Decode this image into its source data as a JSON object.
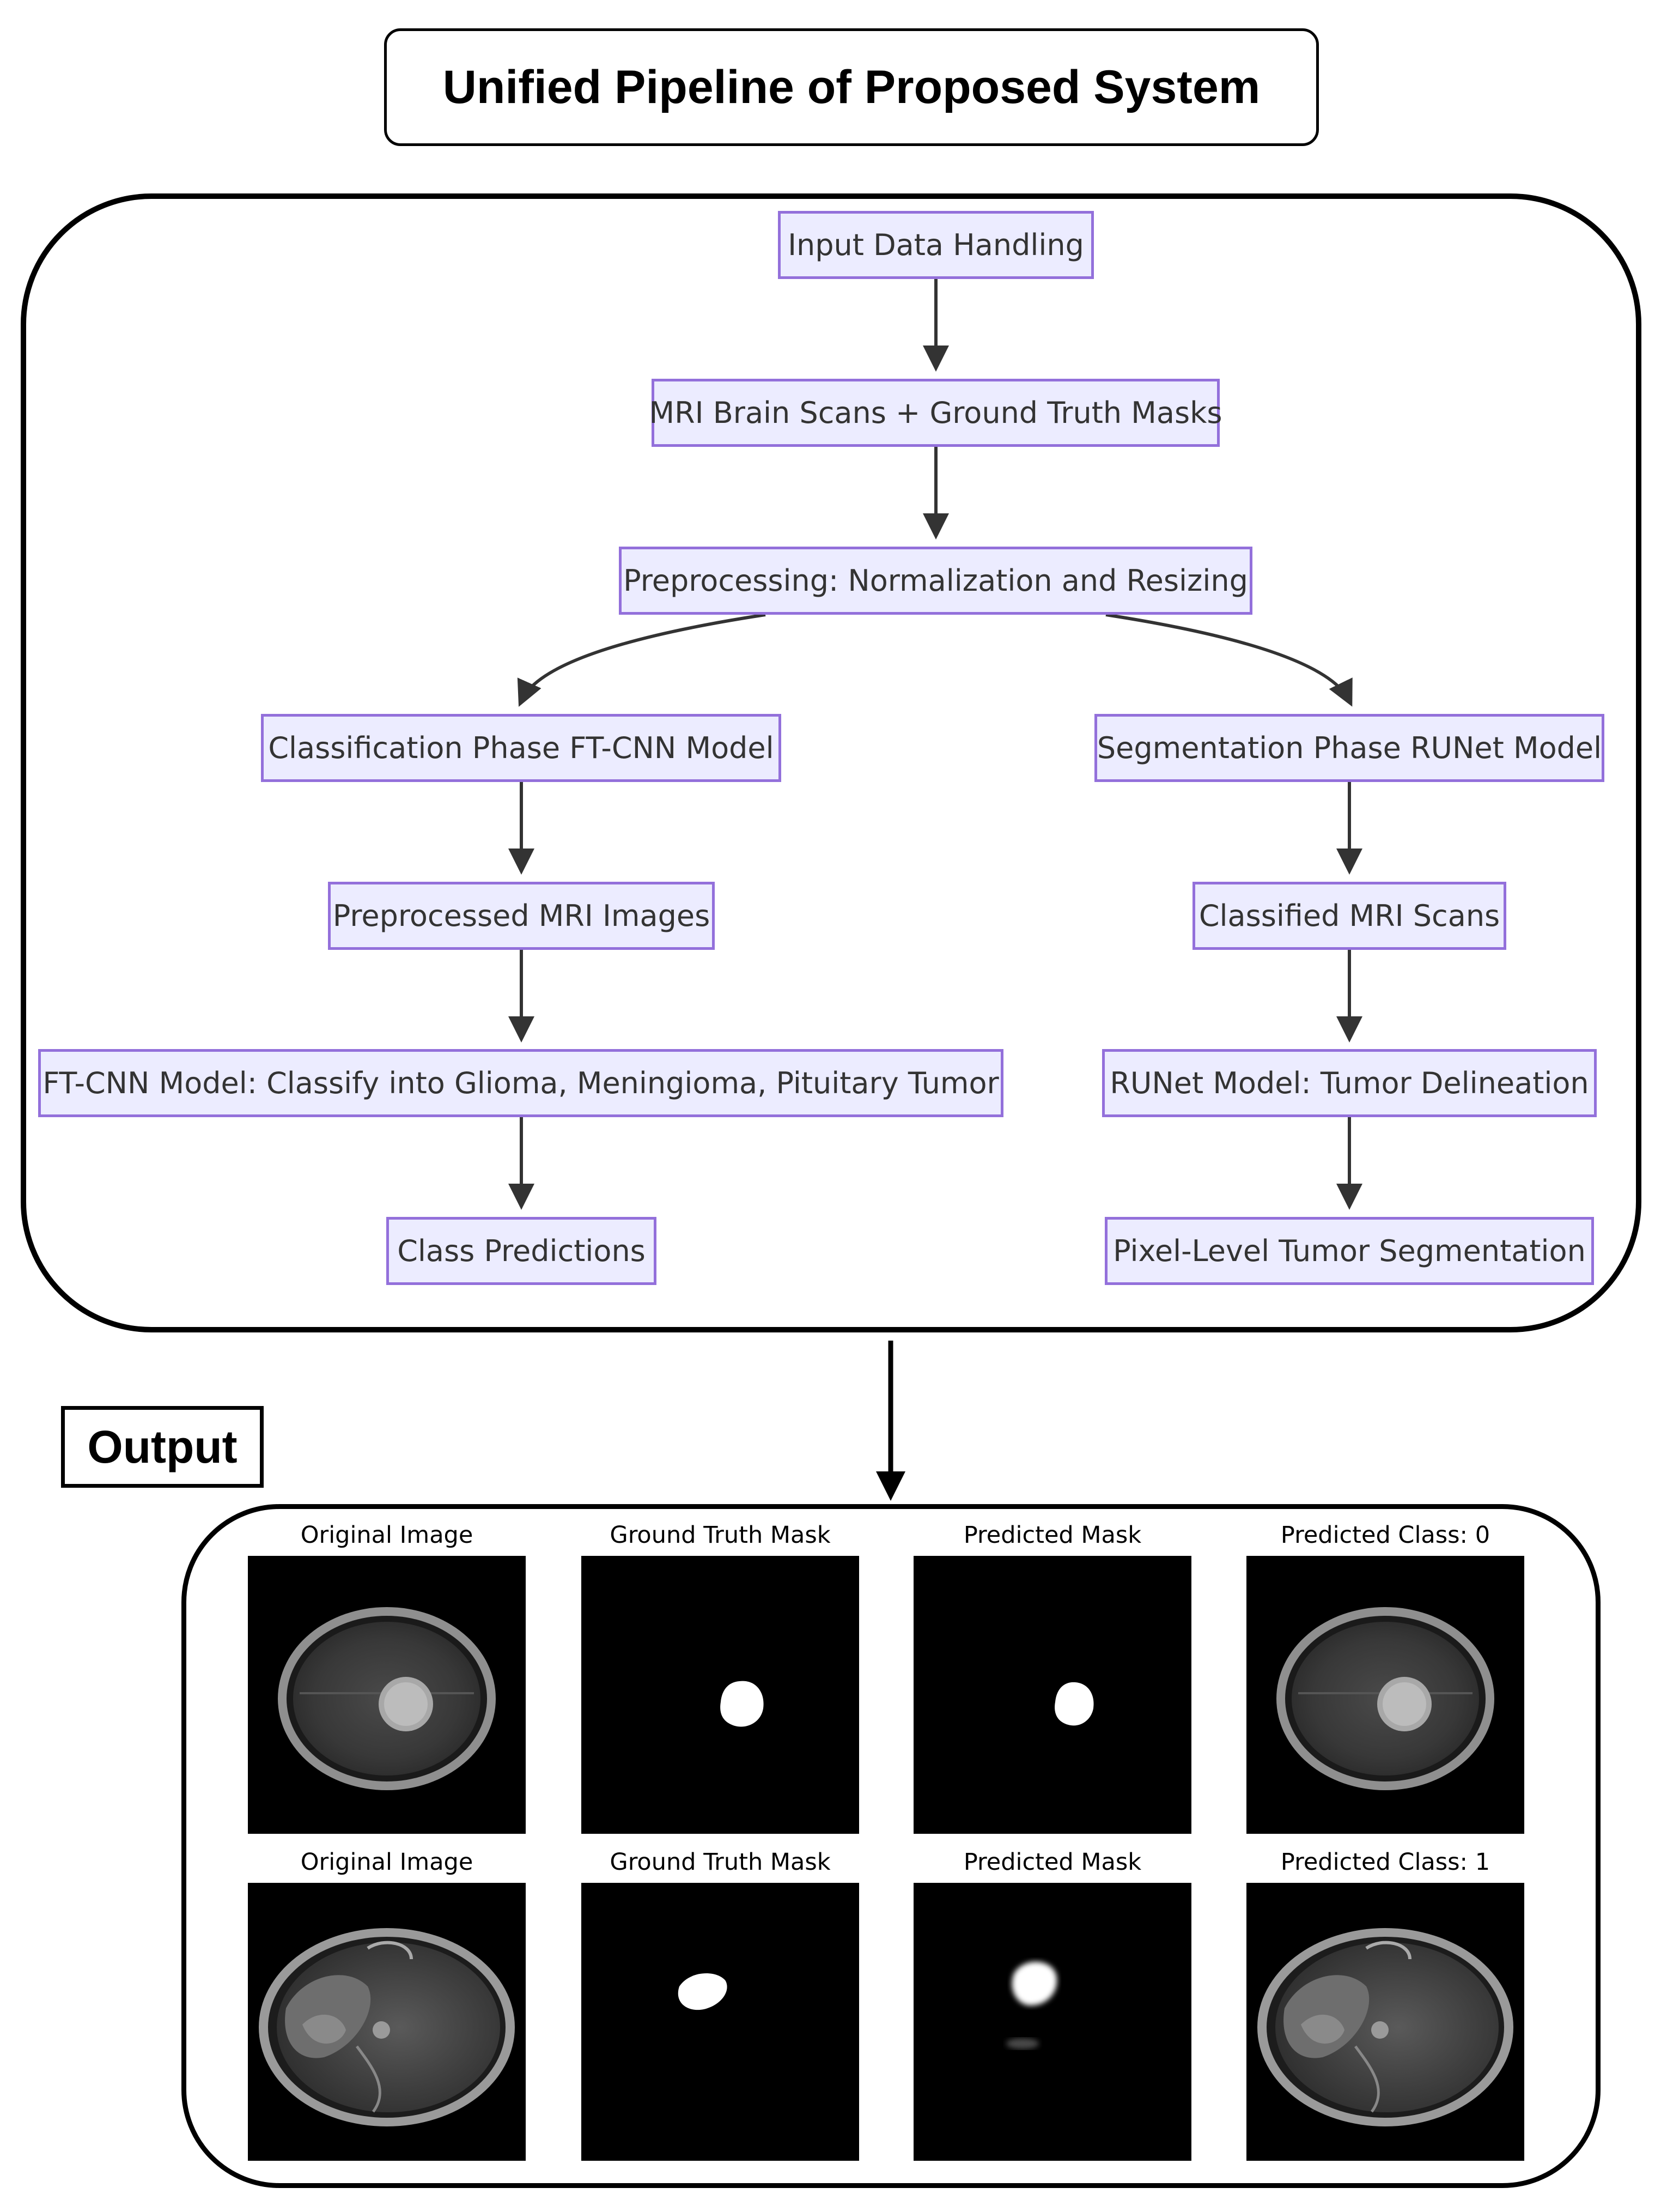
{
  "title": "Unified Pipeline of Proposed System",
  "nodes": {
    "input": "Input Data Handling",
    "scans": "MRI Brain Scans + Ground Truth Masks",
    "preprocess": "Preprocessing: Normalization and Resizing",
    "classification": "Classification Phase FT-CNN Model",
    "segmentation": "Segmentation Phase RUNet Model",
    "preprocessed_images": "Preprocessed MRI Images",
    "classified_scans": "Classified MRI Scans",
    "ftcnn": "FT-CNN Model: Classify into Glioma, Meningioma, Pituitary Tumor",
    "runet": "RUNet Model: Tumor Delineation",
    "class_predictions": "Class Predictions",
    "pixel_segmentation": "Pixel-Level Tumor Segmentation"
  },
  "output_label": "Output",
  "output_rows": [
    {
      "original": "Original Image",
      "ground_truth": "Ground Truth Mask",
      "predicted_mask": "Predicted Mask",
      "predicted_class": "Predicted Class: 0"
    },
    {
      "original": "Original Image",
      "ground_truth": "Ground Truth Mask",
      "predicted_mask": "Predicted Mask",
      "predicted_class": "Predicted Class: 1"
    }
  ],
  "colors": {
    "node_fill": "#ececff",
    "node_border": "#9370db",
    "edge": "#333333",
    "frame": "#000000"
  }
}
